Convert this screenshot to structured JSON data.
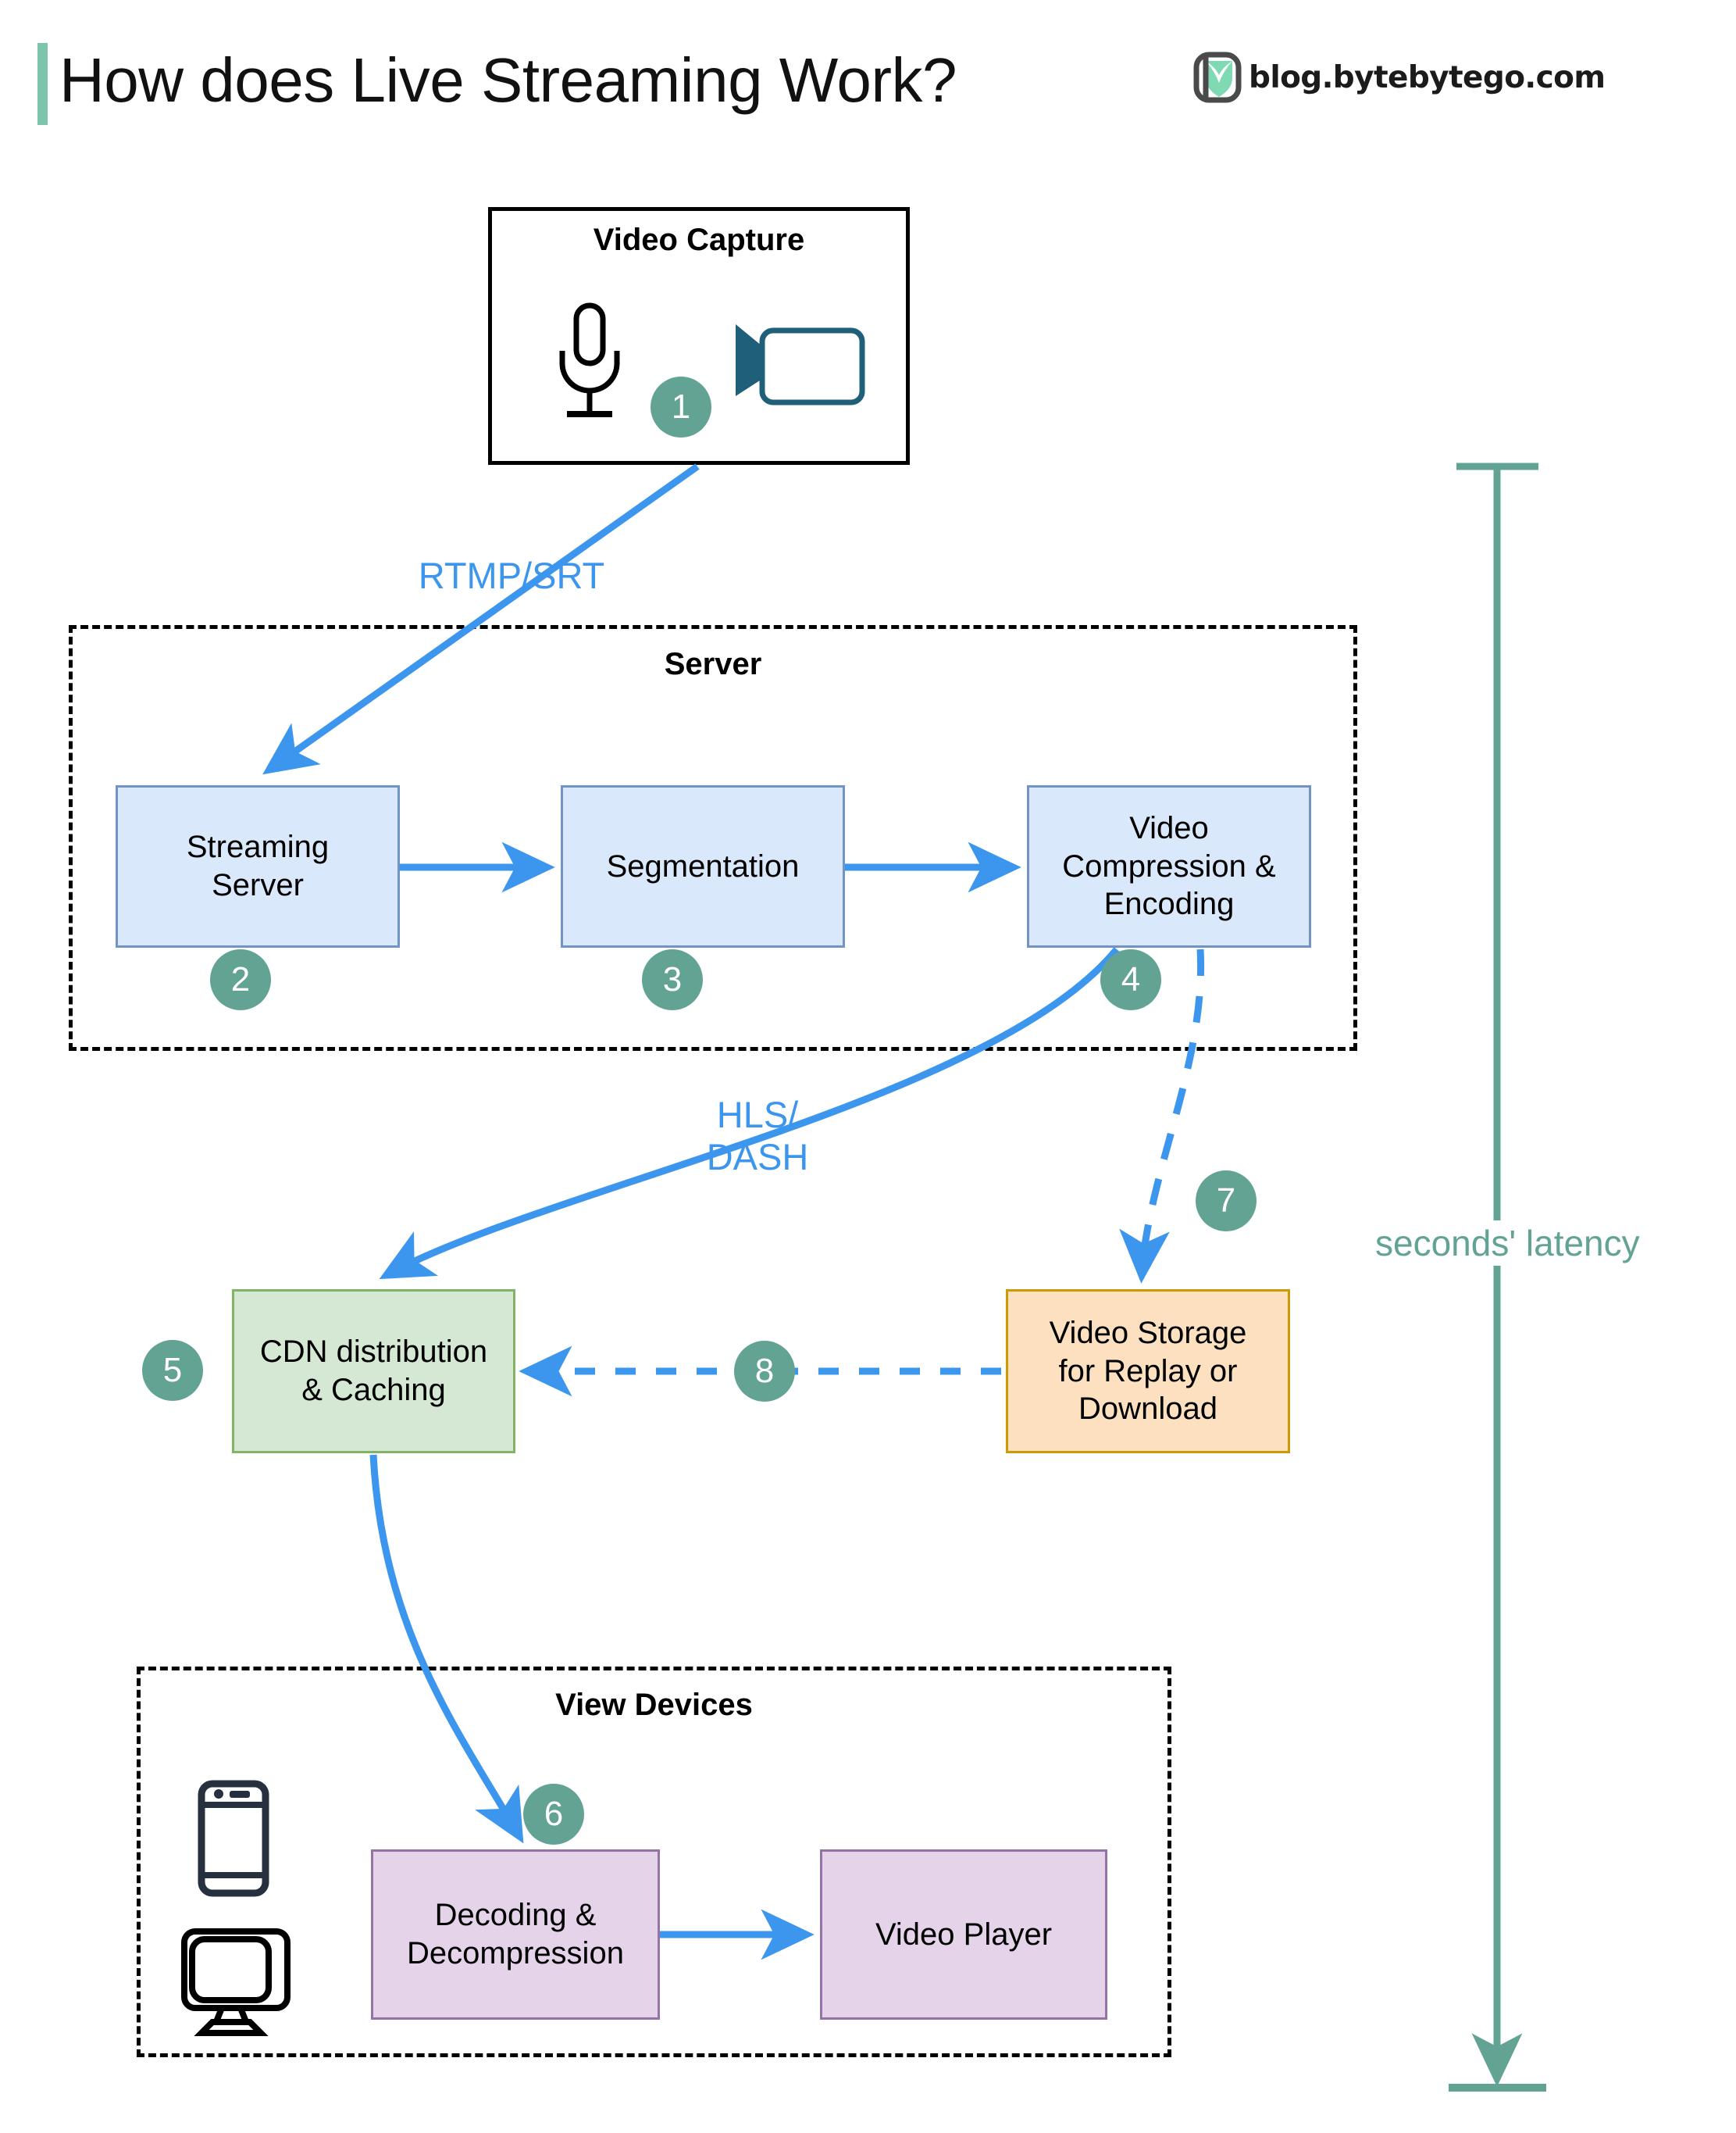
{
  "header": {
    "title": "How does Live Streaming Work?",
    "brand_text": "blog.bytebytego.com",
    "logo_icon": "bytebytego-logo-icon",
    "accent_bar_color": "#7cc5ac"
  },
  "colors": {
    "flow_blue": "#3d96ee",
    "step_badge": "#62a394",
    "latency_teal": "#62a394",
    "blue_node_fill": "#dae8fc",
    "blue_node_border": "#7293c6",
    "green_node_fill": "#d5e8d4",
    "green_node_border": "#82b366",
    "orange_node_fill": "#fce0bf",
    "orange_node_border": "#cc9a06",
    "purple_node_fill": "#e5d3ea",
    "purple_node_border": "#9673a6",
    "camera_icon": "#1f5f7a"
  },
  "groups": {
    "video_capture": {
      "title": "Video Capture",
      "icons": [
        "microphone-icon",
        "video-camera-icon"
      ]
    },
    "server": {
      "title": "Server"
    },
    "view_devices": {
      "title": "View Devices",
      "icons": [
        "smartphone-icon",
        "desktop-monitor-icon"
      ]
    }
  },
  "nodes": {
    "streaming_server": "Streaming\nServer",
    "segmentation": "Segmentation",
    "video_compression": "Video\nCompression &\nEncoding",
    "cdn": "CDN distribution\n& Caching",
    "video_storage": "Video Storage\nfor Replay or\nDownload",
    "decoding": "Decoding &\nDecompression",
    "video_player": "Video Player"
  },
  "steps": [
    {
      "id": 1,
      "label": "1",
      "for": "video-capture"
    },
    {
      "id": 2,
      "label": "2",
      "for": "streaming-server"
    },
    {
      "id": 3,
      "label": "3",
      "for": "segmentation"
    },
    {
      "id": 4,
      "label": "4",
      "for": "video-compression"
    },
    {
      "id": 5,
      "label": "5",
      "for": "cdn"
    },
    {
      "id": 6,
      "label": "6",
      "for": "decoding"
    },
    {
      "id": 7,
      "label": "7",
      "for": "video-storage"
    },
    {
      "id": 8,
      "label": "8",
      "for": "storage-to-cdn"
    }
  ],
  "edge_labels": {
    "rtmp_srt": "RTMP/SRT",
    "hls_dash": "HLS/\nDASH"
  },
  "annotations": {
    "latency": "seconds' latency"
  }
}
